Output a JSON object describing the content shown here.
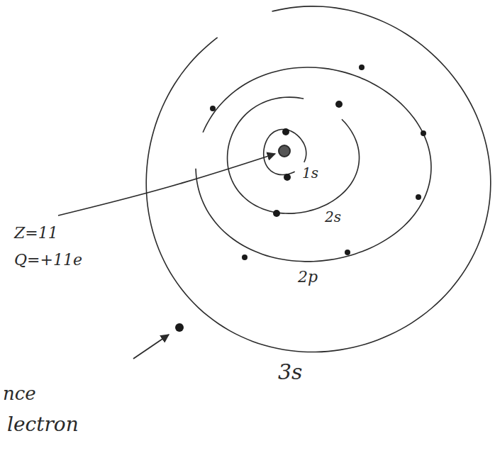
{
  "diagram": {
    "labels": [
      "Z=11",
      "Q=+11e",
      "1s",
      "2s",
      "2p",
      "3s",
      "nce",
      "lectron"
    ]
  }
}
